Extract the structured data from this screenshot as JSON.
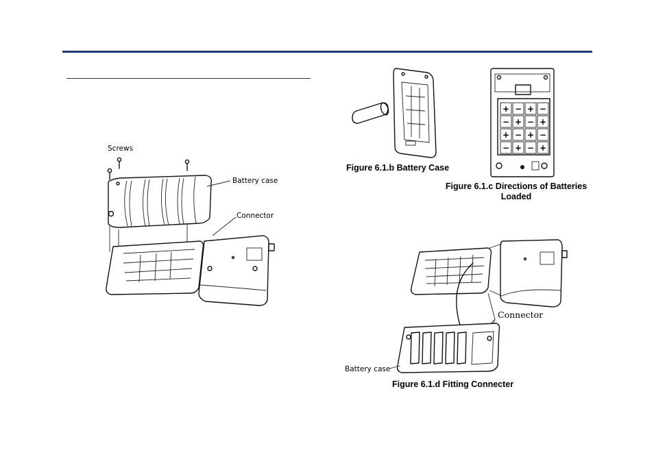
{
  "colors": {
    "accent_bar": "#1f3a7a"
  },
  "fig_a": {
    "label_screws": "Screws",
    "label_battery_case": "Battery case",
    "label_connector": "Connector"
  },
  "fig_b": {
    "caption": "Figure 6.1.b Battery Case"
  },
  "fig_c": {
    "caption_line1": "Figure 6.1.c Directions of Batteries",
    "caption_line2": "Loaded"
  },
  "fig_d": {
    "label_connector": "Connector",
    "label_battery_case": "Battery case",
    "caption": "Figure 6.1.d Fitting Connecter"
  }
}
